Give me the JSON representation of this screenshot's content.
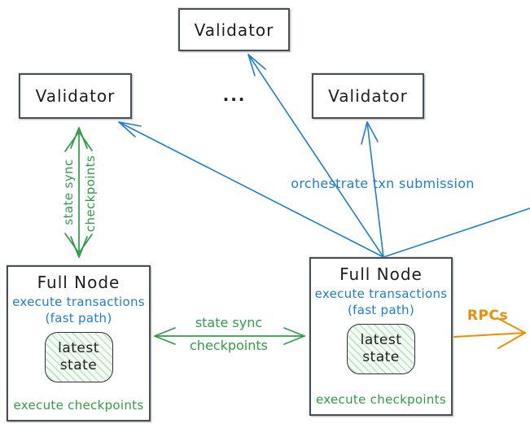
{
  "validators": {
    "top": "Validator",
    "left": "Validator",
    "right": "Validator"
  },
  "ellipsis": "...",
  "full_node_left": {
    "title": "Full Node",
    "role_line1": "execute transactions",
    "role_line2": "(fast path)",
    "state_word1": "latest",
    "state_word2": "state",
    "footer": "execute checkpoints"
  },
  "full_node_right": {
    "title": "Full Node",
    "role_line1": "execute transactions",
    "role_line2": "(fast path)",
    "state_word1": "latest",
    "state_word2": "state",
    "footer": "execute checkpoints"
  },
  "arrow_labels": {
    "vertical_sync_line1": "state sync",
    "vertical_sync_line2": "checkpoints",
    "horizontal_sync_line1": "state sync",
    "horizontal_sync_line2": "checkpoints",
    "orchestrate": "orchestrate txn submission",
    "rpcs": "RPCs"
  },
  "colors": {
    "blue": "#1c7ed6",
    "green": "#2f9e44",
    "orange": "#f08c00",
    "ink": "#1e1e1e",
    "border": "#4a4f54",
    "state_fill": "#f4fbf5",
    "state_hatch": "rgba(47,158,68,0.28)"
  }
}
